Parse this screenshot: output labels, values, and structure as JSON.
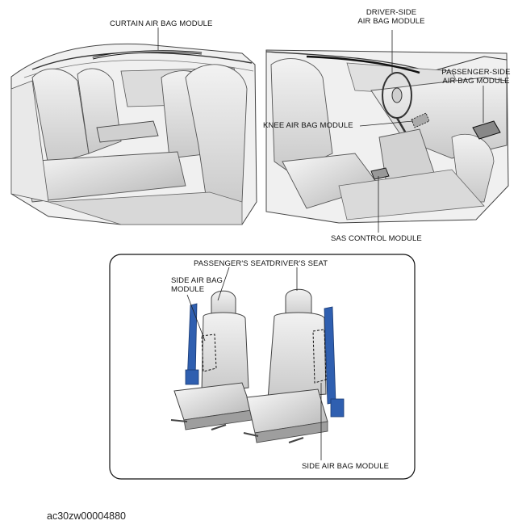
{
  "labels": {
    "curtain": "CURTAIN AIR BAG MODULE",
    "driver_side_line1": "DRIVER-SIDE",
    "driver_side_line2": "AIR BAG MODULE",
    "passenger_side_line1": "PASSENGER-SIDE",
    "passenger_side_line2": "AIR BAG MODULE",
    "knee": "KNEE AIR BAG MODULE",
    "sas": "SAS CONTROL MODULE",
    "passengers_seat": "PASSENGER'S SEAT",
    "drivers_seat": "DRIVER'S SEAT",
    "side_left_line1": "SIDE AIR BAG",
    "side_left_line2": "MODULE",
    "side_right": "SIDE AIR BAG MODULE"
  },
  "figure_code": "ac30zw00004880",
  "colors": {
    "belt_blue": "#2f5fb0",
    "line": "#222222",
    "interior_fill": "#e4e4e4",
    "shade": "#bdbdbd"
  }
}
